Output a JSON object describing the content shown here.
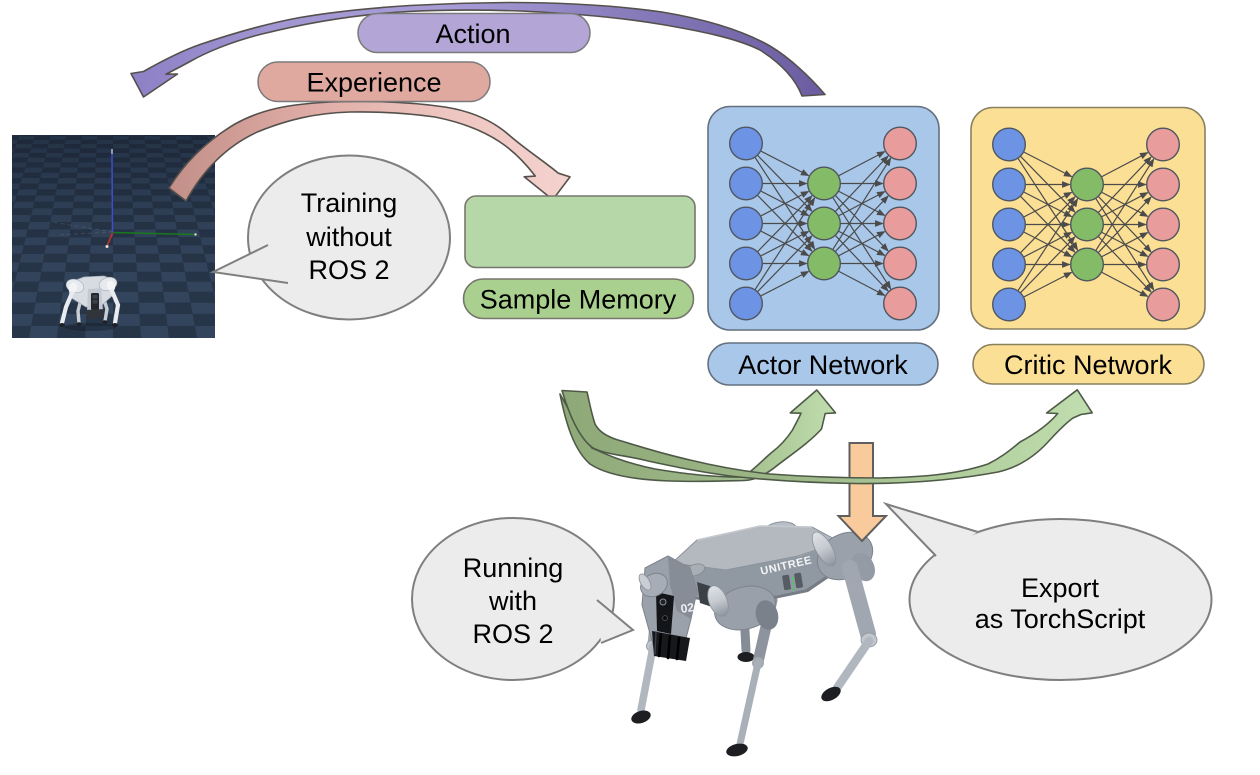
{
  "title": "Reinforcement learning training architecture with Unitree quadruped robot",
  "labels": {
    "action": "Action",
    "experience": "Experience",
    "sample_memory": "Sample Memory",
    "actor_network": "Actor Network",
    "critic_network": "Critic Network"
  },
  "bubbles": {
    "training": {
      "lines": [
        "Training",
        "without",
        "ROS 2"
      ]
    },
    "running": {
      "lines": [
        "Running",
        "with",
        "ROS 2"
      ]
    },
    "export": {
      "lines": [
        "Export",
        "as TorchScript"
      ]
    }
  },
  "robot": {
    "brand_text": "UNITREE",
    "model_text": "02"
  },
  "colors": {
    "action_fill": "#b3a6d7",
    "experience_fill": "#dfa9a0",
    "memory_box_fill": "#b6d7a8",
    "memory_pill_fill": "#a9d08f",
    "actor_fill": "#a9c7e9",
    "critic_fill": "#fbdf94",
    "orange_arrow_fill": "#f9cb9c",
    "bubble_fill": "#ececec",
    "node_input": "#6d94e4",
    "node_hidden": "#84bb66",
    "node_output": "#e99c9c"
  },
  "networks": [
    {
      "id": "actor",
      "label": "Actor Network",
      "fill": "#a9c7e9",
      "stroke": "#5f718a",
      "layers": [
        5,
        3,
        5
      ]
    },
    {
      "id": "critic",
      "label": "Critic Network",
      "fill": "#fbdf94",
      "stroke": "#9a8a55",
      "layers": [
        5,
        3,
        5
      ]
    }
  ],
  "sim": {
    "description": "physics simulation viewport with checkerboard ground, world axes and simulated quadruped"
  }
}
